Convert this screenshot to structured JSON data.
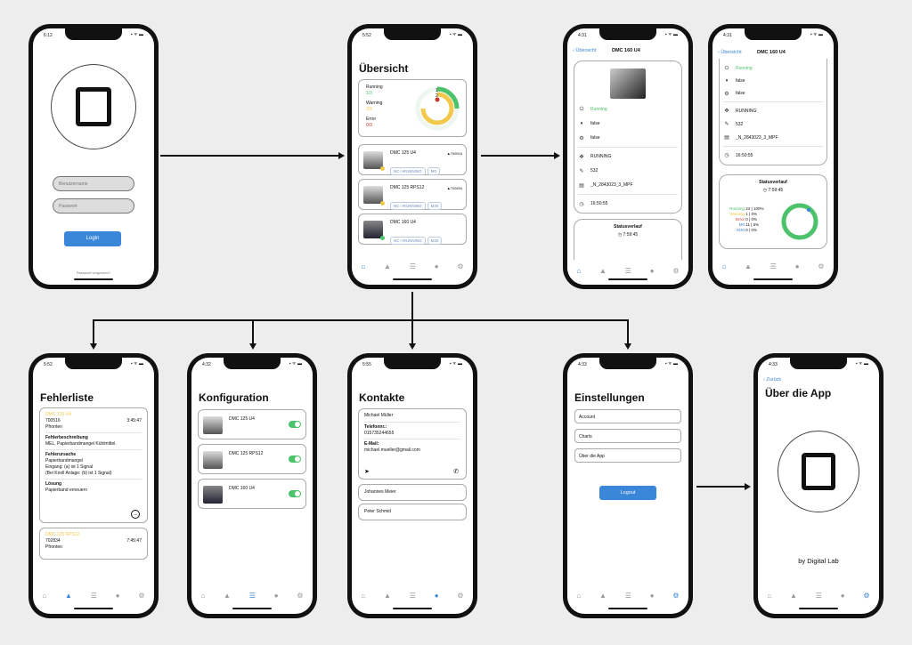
{
  "tabs": {
    "home": "⌂",
    "alerts": "▲",
    "list": "☰",
    "contacts": "●",
    "settings": "⚙"
  },
  "status": {
    "signal": "▪ ᯤ ▬"
  },
  "colors": {
    "accent": "#3a86d8",
    "running": "#4cc36b",
    "warning": "#f2c94c",
    "error": "#c0392b"
  },
  "login": {
    "time": "6:12",
    "username_placeholder": "Benutzername",
    "password_placeholder": "Passwort",
    "login_button": "Login",
    "forgot": "Passwort vergessen?"
  },
  "overview": {
    "time": "5:52",
    "title": "Übersicht",
    "summary": [
      {
        "label": "Running",
        "value": "1/3"
      },
      {
        "label": "Warning",
        "value": "2/3"
      },
      {
        "label": "Error",
        "value": "0/3"
      }
    ],
    "ring_labels": [
      "1",
      "2"
    ],
    "machines": [
      {
        "name": "DMC 125 U4",
        "alarm": "▲700516",
        "chips": [
          "NC->RUNNING",
          "M0"
        ],
        "status": "#f2c94c"
      },
      {
        "name": "DMC 125 RPS12",
        "alarm": "▲702834",
        "chips": [
          "NC->RUNNING",
          "M30"
        ],
        "status": "#f2c94c"
      },
      {
        "name": "DMC 160 U4",
        "alarm": "",
        "chips": [
          "NC->RUNNING",
          "M30"
        ],
        "status": "#4cc36b"
      }
    ]
  },
  "detail": {
    "time": "4:31",
    "back": "Übersicht",
    "title": "DMC 160 U4",
    "rows": [
      {
        "icon": "⏻",
        "value": "Running"
      },
      {
        "icon": "⏸",
        "value": "false"
      },
      {
        "icon": "⚙",
        "value": "false"
      },
      {
        "icon": "✥",
        "value": "RUNNING"
      },
      {
        "icon": "✎",
        "value": "532"
      },
      {
        "icon": "▤",
        "value": "_N_2843023_3_MPF"
      },
      {
        "icon": "◷",
        "value": "16:50:55"
      }
    ],
    "history_title": "Statusverlauf",
    "history_time": "7:59:45",
    "history": [
      {
        "label": "Running",
        "value": "24 | 100%",
        "color": "#4cc36b"
      },
      {
        "label": "Warning",
        "value": "1 | 0%",
        "color": "#f2c94c"
      },
      {
        "label": "Error",
        "value": "0 | 0%",
        "color": "#c0392b"
      },
      {
        "label": "M0",
        "value": "11 | 5%",
        "color": "#3a86d8"
      },
      {
        "label": "M30",
        "value": "0 | 0%",
        "color": "#3a86d8"
      }
    ]
  },
  "errors": {
    "time": "5:52",
    "title": "Fehlerliste",
    "items": [
      {
        "machine": "DMC 125 U4",
        "code": "700516",
        "time": "3:45:47",
        "location": "Pfronten",
        "desc_label": "Fehlerbeschreibung",
        "desc": "MEL, Papierbandmangel Kühlmittel.",
        "cause_label": "Fehlerursache",
        "cause1": "Papierbandmangel",
        "cause2": "Eingang: (a) ist 1 Signal",
        "cause3": "(Bei Knoll Anlage: (b) ist 1 Signal)",
        "solution_label": "Lösung",
        "solution": "Papierband erneuern"
      },
      {
        "machine": "DMC 125 RPS12",
        "code": "702834",
        "time": "7:45:47",
        "location": "Pfronten"
      }
    ]
  },
  "config": {
    "time": "4:32",
    "title": "Konfiguration",
    "machines": [
      "DMC 125 U4",
      "DMC 125 RPS12",
      "DMC 160 U4"
    ]
  },
  "contacts": {
    "time": "5:55",
    "title": "Kontakte",
    "primary": {
      "name": "Michael Müller",
      "phone_label": "Telefonnr.:",
      "phone": "015735244655",
      "email_label": "E-Mail:",
      "email": "michael.mueller@gmail.com"
    },
    "others": [
      "Johannes Meier",
      "Peter Schmid"
    ]
  },
  "settings": {
    "time": "4:33",
    "title": "Einstellungen",
    "items": [
      "Account",
      "Charts",
      "Über die App"
    ],
    "logout": "Logout"
  },
  "about": {
    "time": "4:33",
    "back": "Zurück",
    "title": "Über die App",
    "credit": "by Digital Lab"
  }
}
